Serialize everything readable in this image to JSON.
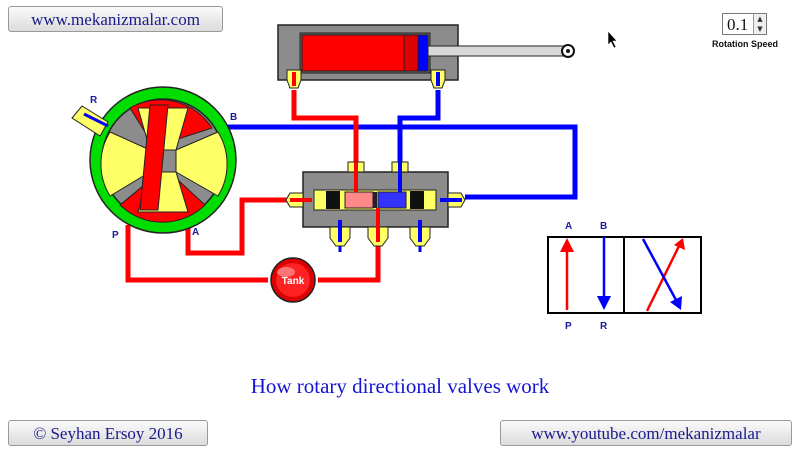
{
  "header": {
    "site_link": "www.mekanizmalar.com"
  },
  "controls": {
    "rotation_speed_value": "0.1",
    "rotation_speed_label": "Rotation Speed"
  },
  "diagram": {
    "caption": "How rotary directional valves work",
    "tank_label": "Tank",
    "rotary_valve_ports": {
      "r": "R",
      "b": "B",
      "p": "P",
      "a": "A"
    },
    "symbol_ports": {
      "a": "A",
      "b": "B",
      "p": "P",
      "r": "R"
    },
    "colors": {
      "pressure": "#ff0000",
      "return": "#0000ff",
      "valve_body": "#808080",
      "valve_spool": "#ffff66",
      "rotor_ring": "#00dd00",
      "cursor": "#000000"
    }
  },
  "footer": {
    "copyright": "© Seyhan Ersoy 2016",
    "youtube_link": "www.youtube.com/mekanizmalar"
  }
}
